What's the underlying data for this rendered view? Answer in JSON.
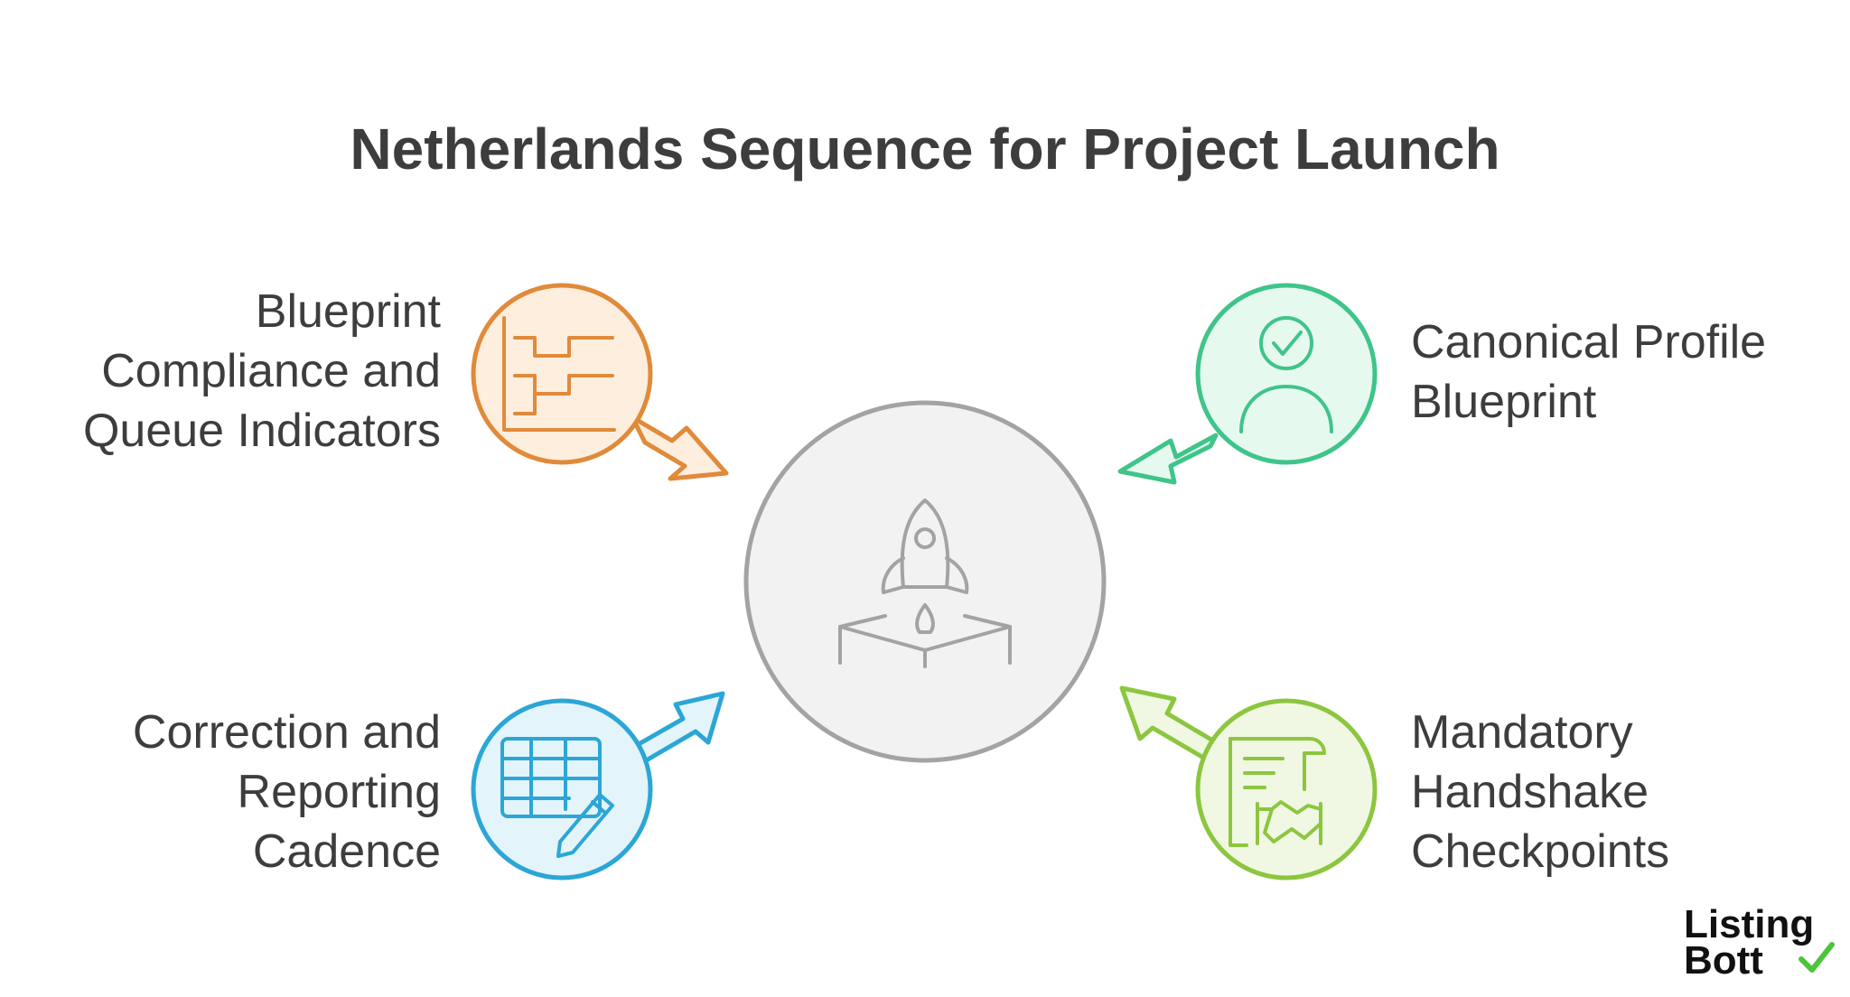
{
  "title": "Netherlands Sequence for Project Launch",
  "nodes": {
    "top_left": {
      "lines": [
        "Blueprint",
        "Compliance and",
        "Queue Indicators"
      ],
      "color": "#e08a3a",
      "fill": "#fdeede",
      "icon": "process-flow-icon"
    },
    "top_right": {
      "lines": [
        "Canonical Profile",
        "Blueprint"
      ],
      "color": "#3fc48a",
      "fill": "#e6f9ef",
      "icon": "verified-user-icon"
    },
    "bottom_left": {
      "lines": [
        "Correction and",
        "Reporting",
        "Cadence"
      ],
      "color": "#2ba6d6",
      "fill": "#e3f4fb",
      "icon": "table-edit-icon"
    },
    "bottom_right": {
      "lines": [
        "Mandatory",
        "Handshake",
        "Checkpoints"
      ],
      "color": "#8cc63f",
      "fill": "#f0f8e3",
      "icon": "contract-handshake-icon"
    }
  },
  "center": {
    "icon": "rocket-launch-icon",
    "color": "#a3a3a3",
    "fill": "#f2f2f2"
  },
  "logo": {
    "line1": "Listing",
    "line2": "Bott",
    "check_color": "#4cc43a"
  }
}
